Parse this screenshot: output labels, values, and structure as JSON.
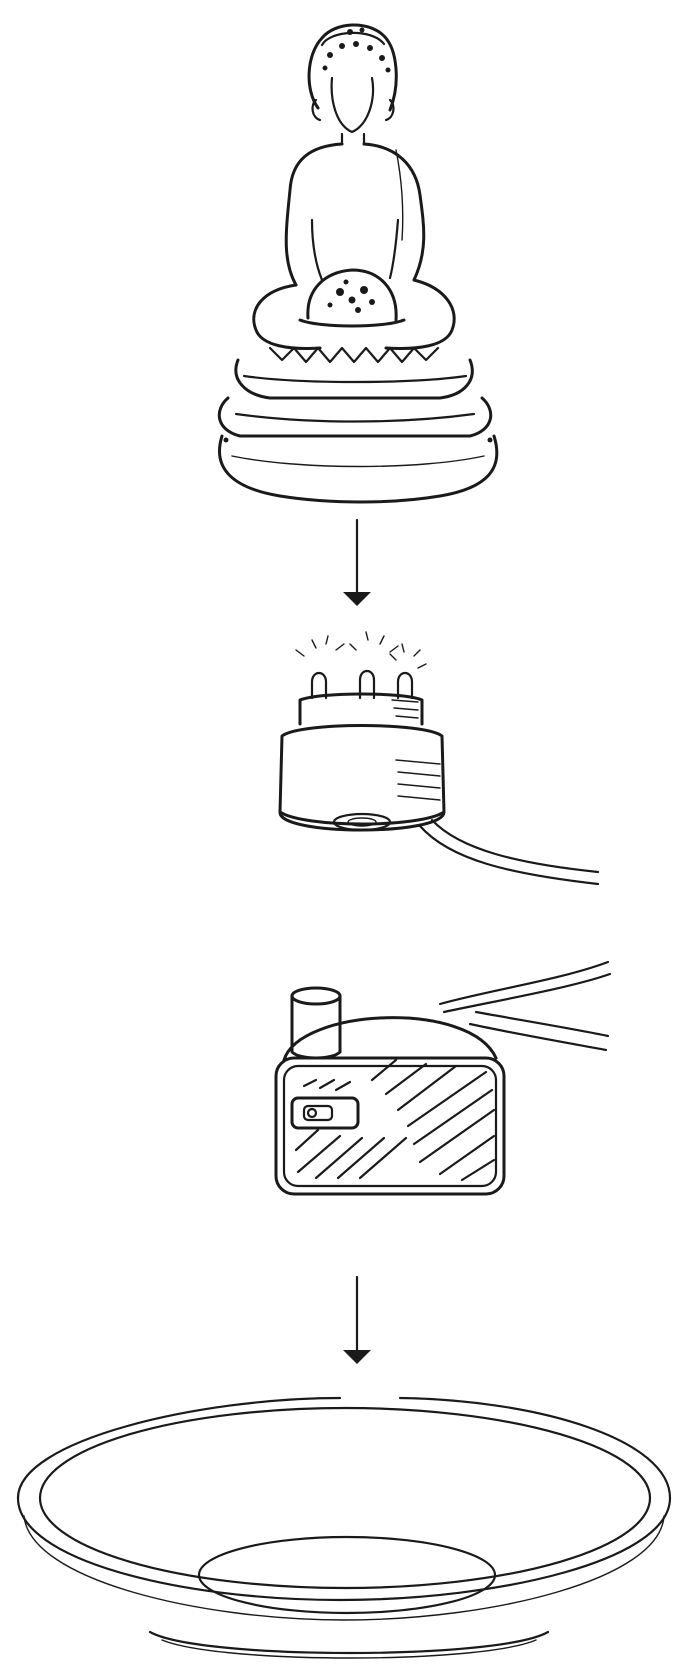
{
  "diagram": {
    "components": [
      {
        "id": "buddha-statue",
        "icon": "buddha-statue-icon"
      },
      {
        "id": "arrow-1",
        "icon": "arrow-down-icon"
      },
      {
        "id": "led-ring-light",
        "icon": "led-light-icon"
      },
      {
        "id": "water-pump",
        "icon": "submersible-pump-icon"
      },
      {
        "id": "arrow-2",
        "icon": "arrow-down-icon"
      },
      {
        "id": "basin-bowl",
        "icon": "bowl-icon"
      }
    ],
    "colors": {
      "ink": "#1a1a1a",
      "background": "#ffffff"
    }
  }
}
